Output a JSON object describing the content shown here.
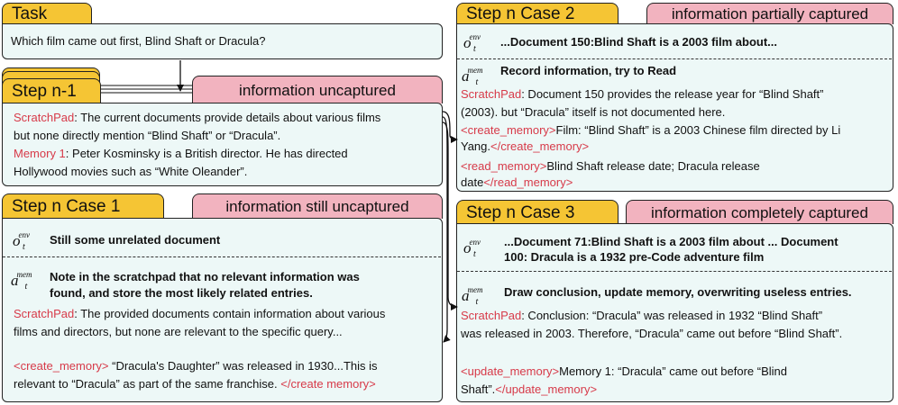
{
  "task": {
    "tab": "Task",
    "question": "Which film came out first, Blind Shaft or Dracula?"
  },
  "step_prev": {
    "tab": "Step n-1",
    "status": "information uncaptured",
    "scratch_label": "ScratchPad",
    "scratch_l1": ": The current documents provide details about various films",
    "scratch_l2": "but none directly mention “Blind Shaft” or “Dracula”.",
    "memory_label": "Memory 1",
    "memory_l1": ": Peter Kosminsky is a British director. He has directed",
    "memory_l2": "Hollywood movies such as “White Oleander”."
  },
  "case1": {
    "tab": "Step n   Case 1",
    "status": "information still uncaptured",
    "obs": "Still some unrelated document",
    "act_l1": "Note in the scratchpad that no relevant information was",
    "act_l2": "found, and store the most likely related entries.",
    "scratch_label": "ScratchPad",
    "scratch_l1": ": The provided documents contain information about various",
    "scratch_l2": "films and directors, but none are relevant to the specific query...",
    "cm_open": "<create_memory>",
    "cm_l1": " “Dracula's Daughter” was released in 1930...This is",
    "cm_l2": "relevant to “Dracula” as part of the same franchise. ",
    "cm_close": "</create memory>"
  },
  "case2": {
    "tab": "Step n   Case 2",
    "status": "information partially captured",
    "obs": "...Document 150:Blind Shaft is a 2003 film about...",
    "act": "Record information, try to Read",
    "scratch_label": "ScratchPad",
    "scratch_l1": ": Document 150 provides the release year for “Blind Shaft”",
    "scratch_l2": "(2003). but “Dracula” itself is not documented here.",
    "cm_open": "<create_memory>",
    "cm_l1": "Film: “Blind Shaft” is a 2003 Chinese film directed by Li",
    "cm_l2": "Yang.",
    "cm_close": "</create_memory>",
    "rm_open": "<read_memory>",
    "rm_l1": "Blind Shaft release date; Dracula release",
    "rm_l2": "date",
    "rm_close": "</read_memory>"
  },
  "case3": {
    "tab": "Step n   Case 3",
    "status": "information completely captured",
    "obs_l1": "...Document 71:Blind Shaft is a 2003 film about ... Document",
    "obs_l2": "100: Dracula is a 1932 pre-Code adventure film",
    "act": "Draw conclusion, update memory, overwriting useless entries.",
    "scratch_label": "ScratchPad",
    "scratch_l1": ": Conclusion: “Dracula” was released in 1932 “Blind Shaft”",
    "scratch_l2": "was released in 2003. Therefore, “Dracula” came out before “Blind Shaft”.",
    "um_open": "<update_memory>",
    "um_l1": "Memory 1: “Dracula” came out before “Blind",
    "um_l2": "Shaft”.",
    "um_close": "</update_memory>"
  },
  "symbols": {
    "o": "o",
    "a": "a",
    "t": "t",
    "env": "env",
    "mem": "mem"
  },
  "colors": {
    "tab_yellow": "#f5c534",
    "tab_pink": "#f2b3bf",
    "box_bg": "#edf8f7",
    "tag_red": "#d73a49"
  }
}
